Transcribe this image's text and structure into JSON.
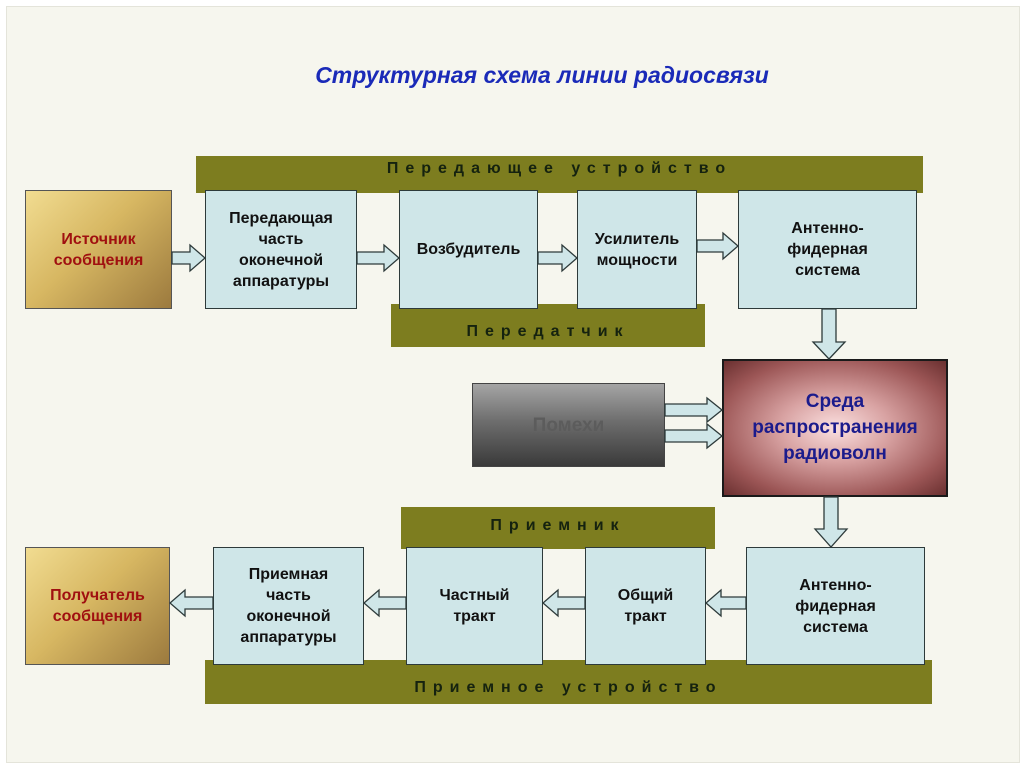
{
  "title": "Структурная схема линии радиосвязи",
  "bands": {
    "transmitter_device": "Передающее устройство",
    "transmitter": "Передатчик",
    "receiver": "Приемник",
    "receiver_device": "Приемное устройство"
  },
  "transmit_chain": {
    "source": "Источник\nсообщения",
    "terminal": "Передающая\nчасть\nоконечной\nаппаратуры",
    "exciter": "Возбудитель",
    "amplifier": "Усилитель\nмощности",
    "antenna": "Антенно-\nфидерная\nсистема"
  },
  "noise": "Помехи",
  "medium": "Среда\nраспространения\nрадиоволн",
  "receive_chain": {
    "antenna": "Антенно-\nфидерная\nсистема",
    "common_path": "Общий\nтракт",
    "private_path": "Частный\nтракт",
    "terminal": "Приемная\nчасть\nоконечной\nаппаратуры",
    "recipient": "Получатель\nсообщения"
  }
}
